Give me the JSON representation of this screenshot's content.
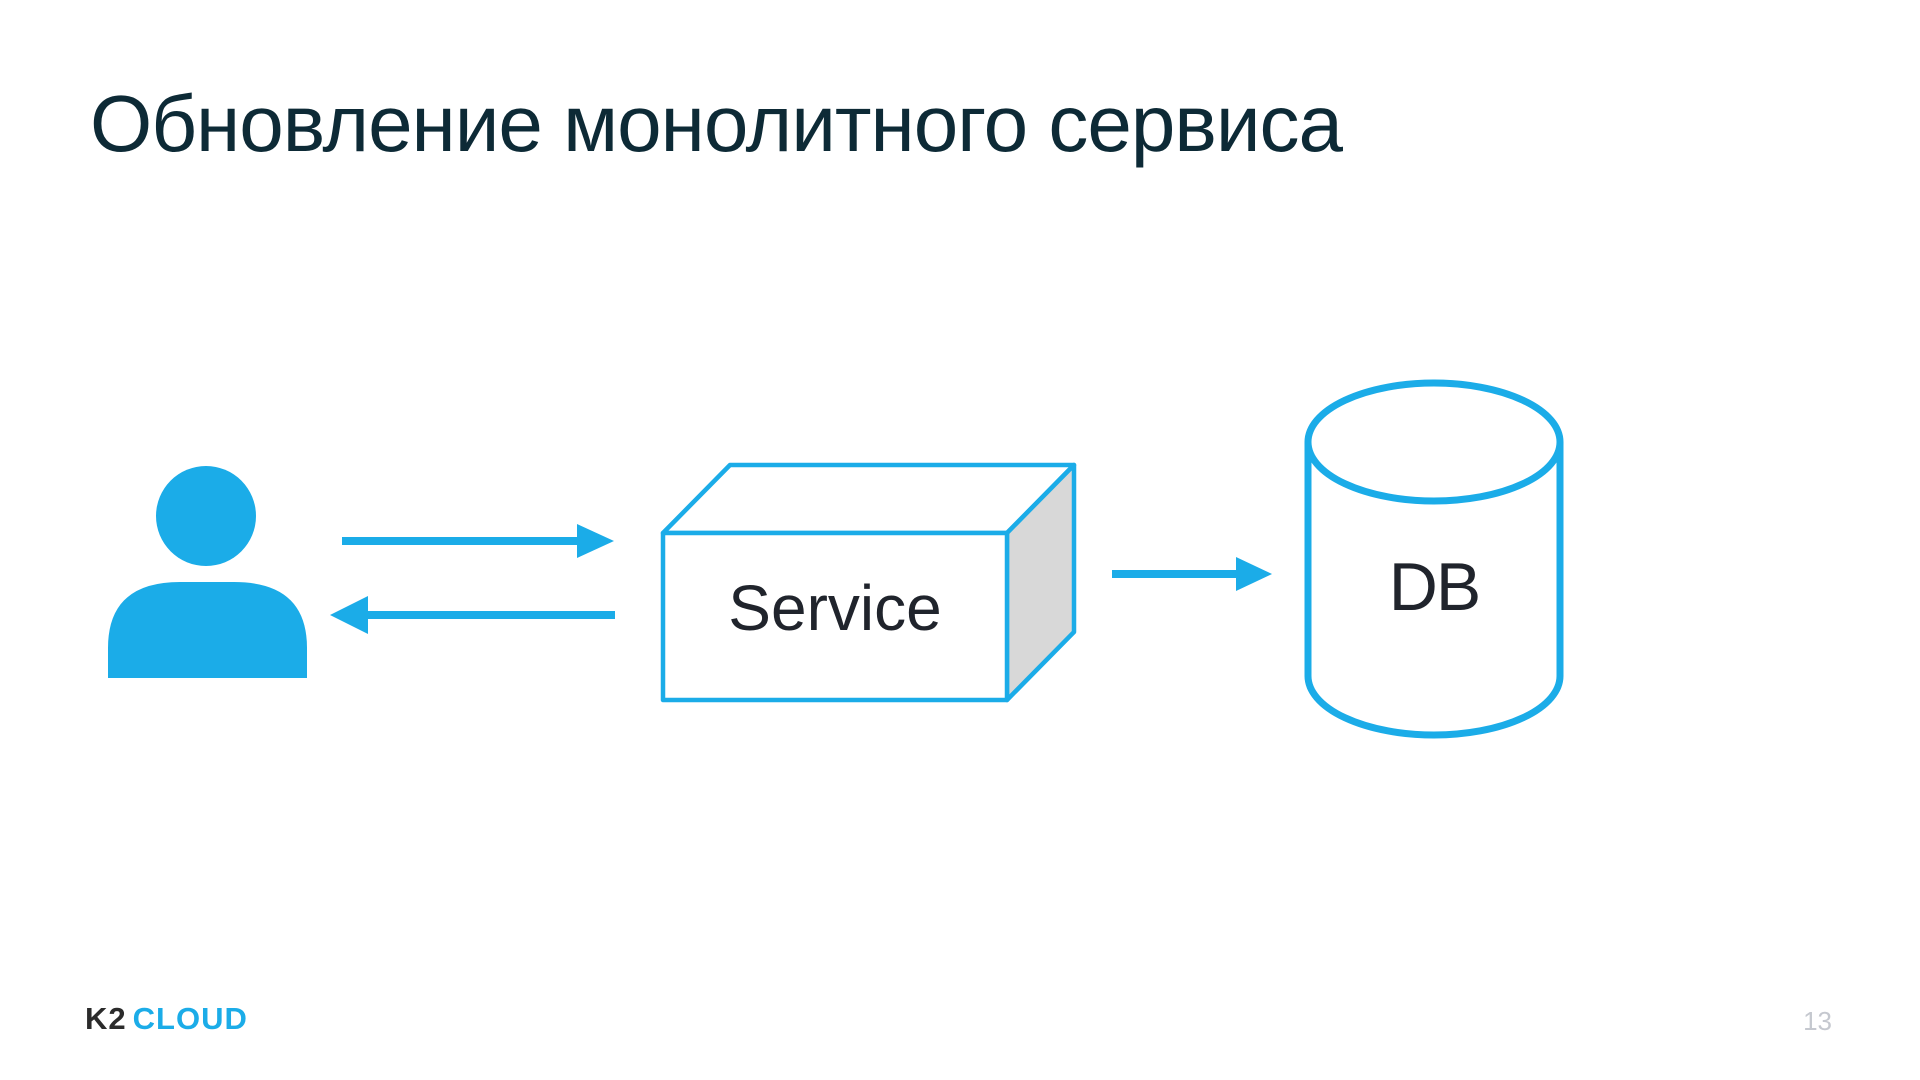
{
  "slide": {
    "title": "Обновление монолитного сервиса",
    "page_number": "13"
  },
  "footer": {
    "logo_k2": "K2",
    "logo_cloud": "CLOUD"
  },
  "diagram": {
    "type": "flow-diagram",
    "labels": {
      "service": "Service",
      "db": "DB"
    },
    "nodes": [
      {
        "id": "user",
        "icon": "person-icon",
        "label": ""
      },
      {
        "id": "service",
        "shape": "3d-box",
        "label": "Service"
      },
      {
        "id": "db",
        "shape": "database-cylinder",
        "label": "DB"
      }
    ],
    "edges": [
      {
        "from": "user",
        "to": "service",
        "style": "arrow-right"
      },
      {
        "from": "service",
        "to": "user",
        "style": "arrow-left"
      },
      {
        "from": "service",
        "to": "db",
        "style": "arrow-right"
      }
    ],
    "colors": {
      "accent_blue": "#1BACE8",
      "box_side_gray": "#D8D8D8",
      "label_text": "#20242C",
      "title_text": "#0D2A36",
      "page_number_gray": "#C5C8CF",
      "logo_dark": "#2B2B2B"
    }
  }
}
